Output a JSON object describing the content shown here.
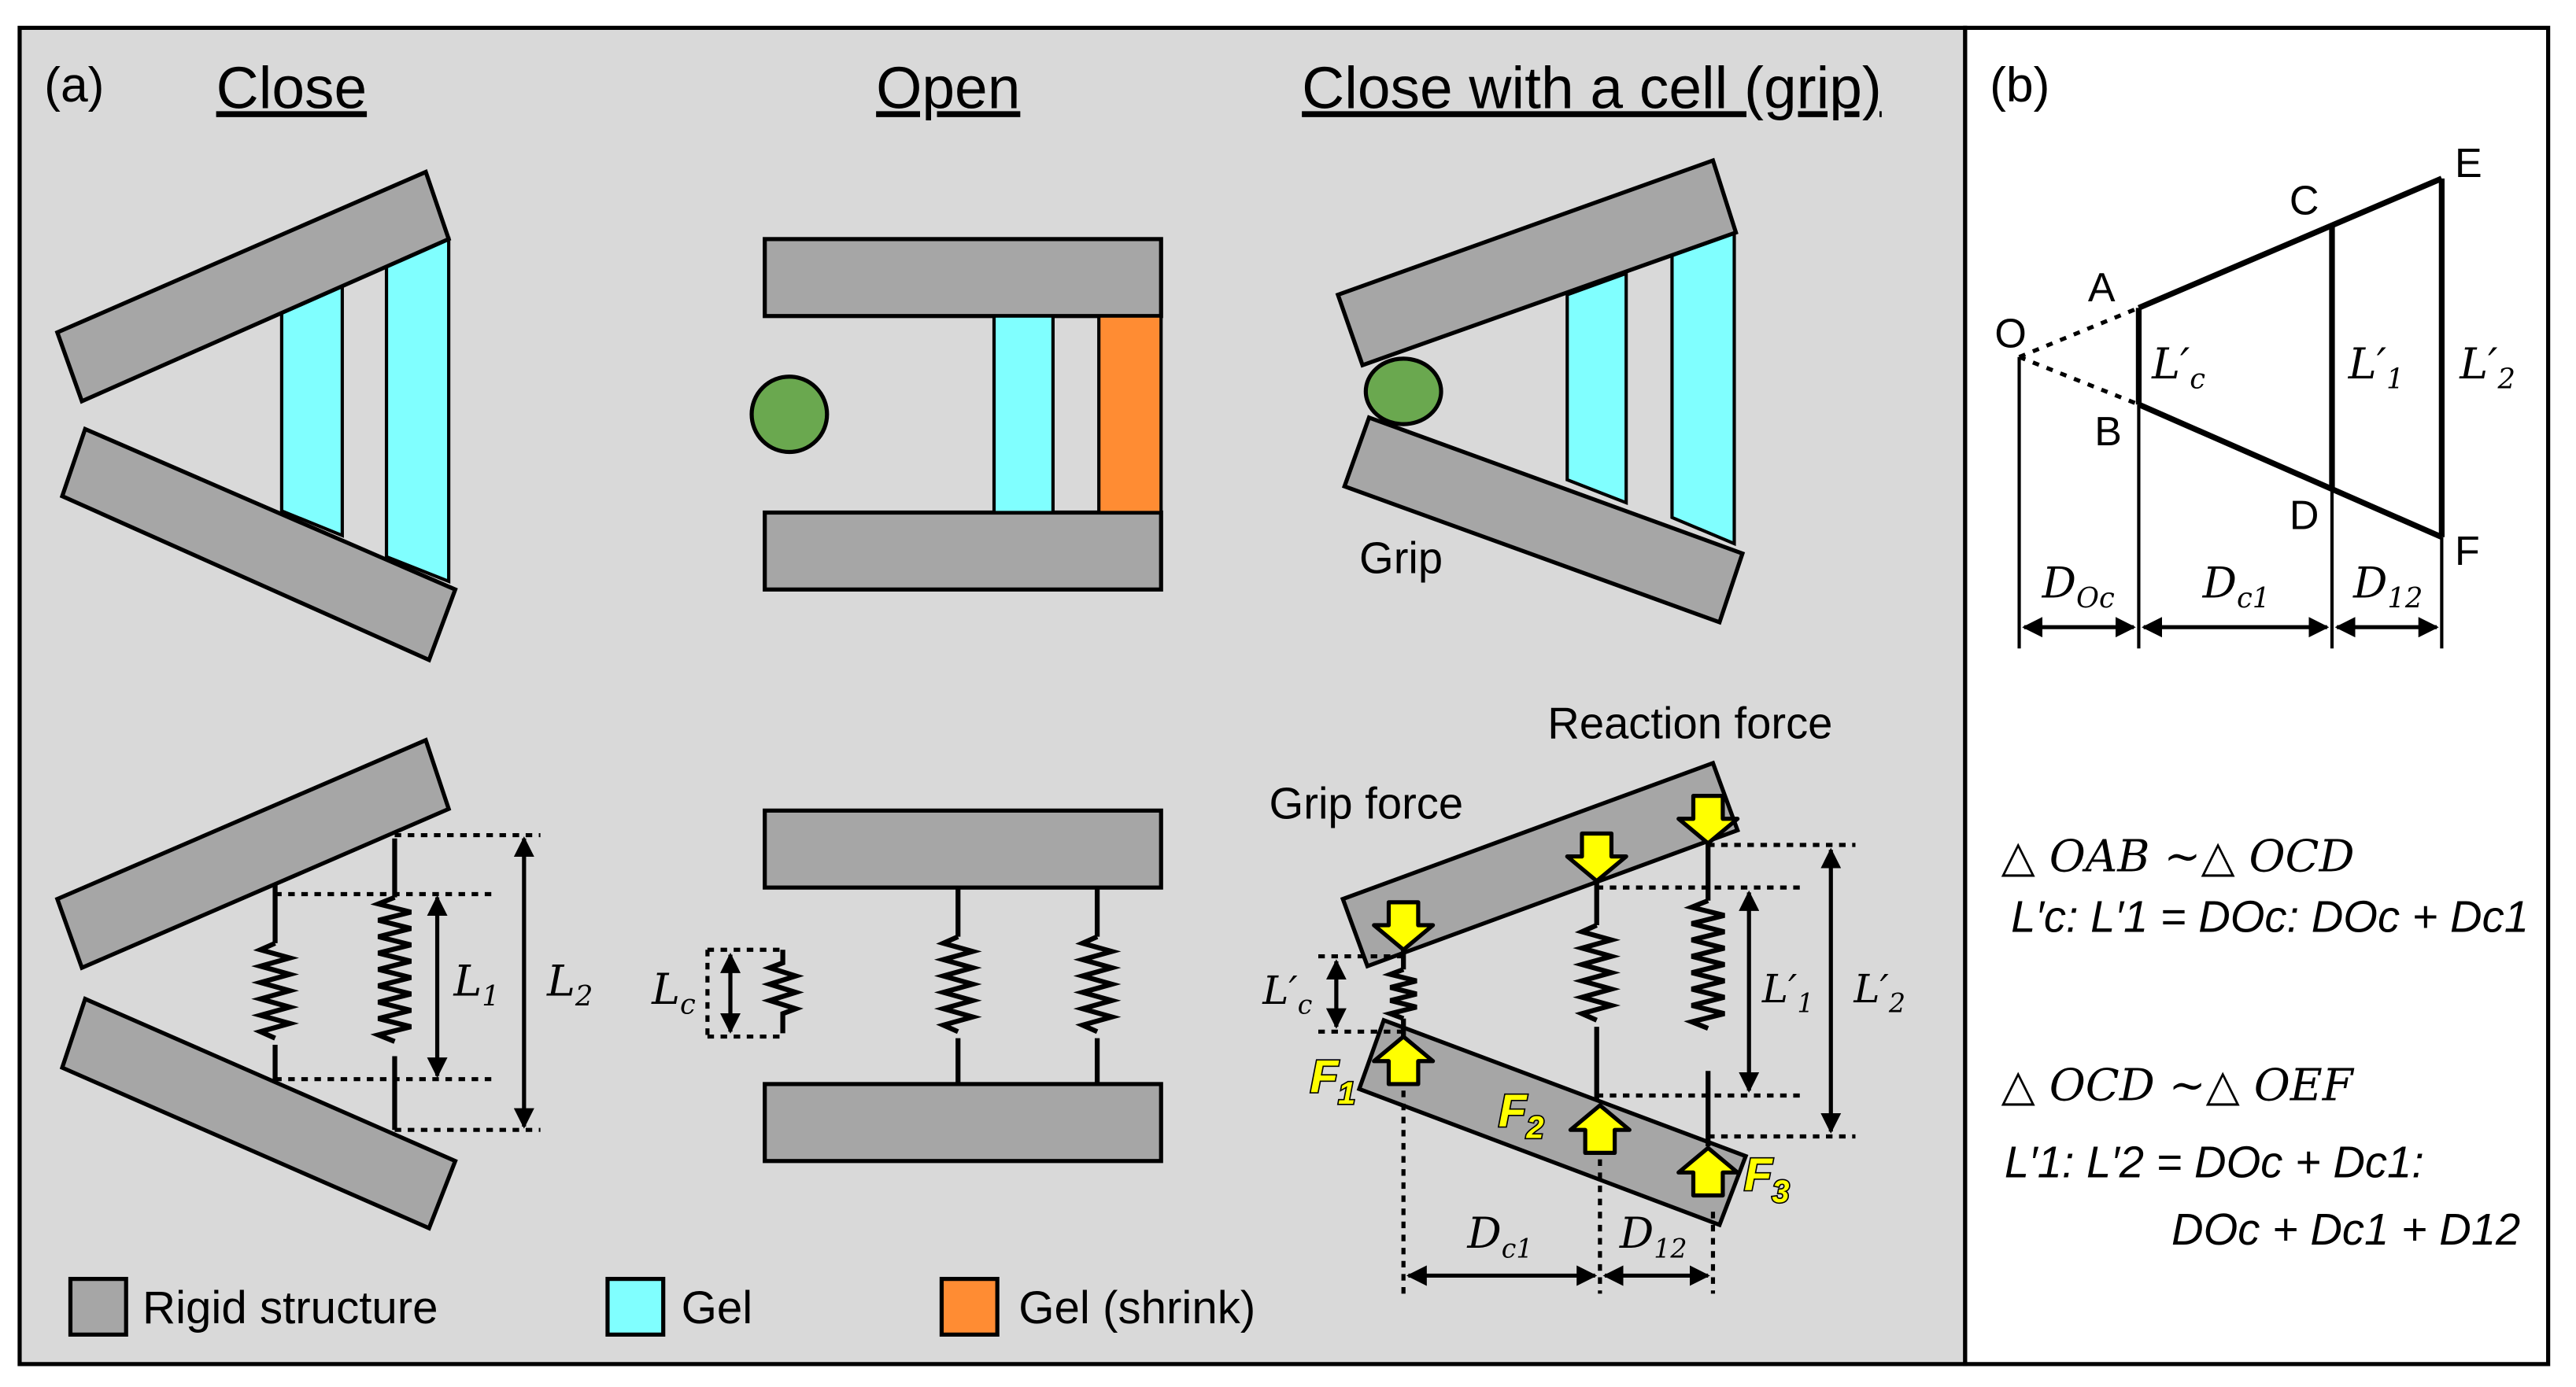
{
  "colors": {
    "panel_bg": "#d9d9d9",
    "rigid": "#a6a6a6",
    "gel": "#80ffff",
    "gel_shrink": "#ff8c33",
    "cell": "#6aa84f",
    "arrow": "#ffff00"
  },
  "panel_a": {
    "tag": "(a)",
    "titles": {
      "close": "Close",
      "open": "Open",
      "grip": "Close with a cell (grip)"
    },
    "grip_label": "Grip",
    "reaction_force": "Reaction force",
    "grip_force": "Grip force",
    "labels": {
      "L1": {
        "main": "L",
        "sub": "1"
      },
      "L2": {
        "main": "L",
        "sub": "2"
      },
      "Lc": {
        "main": "L",
        "sub": "c"
      },
      "Lpc": {
        "main": "L′",
        "sub": "c"
      },
      "Lp1": {
        "main": "L′",
        "sub": "1"
      },
      "Lp2": {
        "main": "L′",
        "sub": "2"
      },
      "Dc1": {
        "main": "D",
        "sub": "c1"
      },
      "D12": {
        "main": "D",
        "sub": "12"
      },
      "F1": {
        "main": "F",
        "sub": "1"
      },
      "F2": {
        "main": "F",
        "sub": "2"
      },
      "F3": {
        "main": "F",
        "sub": "3"
      }
    },
    "legend": [
      {
        "label": "Rigid structure",
        "color": "#a6a6a6"
      },
      {
        "label": "Gel",
        "color": "#80ffff"
      },
      {
        "label": "Gel (shrink)",
        "color": "#ff8c33"
      }
    ]
  },
  "panel_b": {
    "tag": "(b)",
    "points": {
      "O": "O",
      "A": "A",
      "B": "B",
      "C": "C",
      "D": "D",
      "E": "E",
      "F": "F"
    },
    "labels": {
      "Lpc": {
        "main": "L′",
        "sub": "c"
      },
      "Lp1": {
        "main": "L′",
        "sub": "1"
      },
      "Lp2": {
        "main": "L′",
        "sub": "2"
      },
      "DOc": {
        "main": "D",
        "sub": "Oc"
      },
      "Dc1": {
        "main": "D",
        "sub": "c1"
      },
      "D12": {
        "main": "D",
        "sub": "12"
      }
    },
    "eq1_title": "△ OAB ∼△ OCD",
    "eq1": "L′c: L′1 = DOc: DOc + Dc1",
    "eq2_title": "△ OCD ∼△ OEF",
    "eq2_line1": "L′1: L′2 = DOc + Dc1:",
    "eq2_line2": "DOc + Dc1 + D12"
  }
}
